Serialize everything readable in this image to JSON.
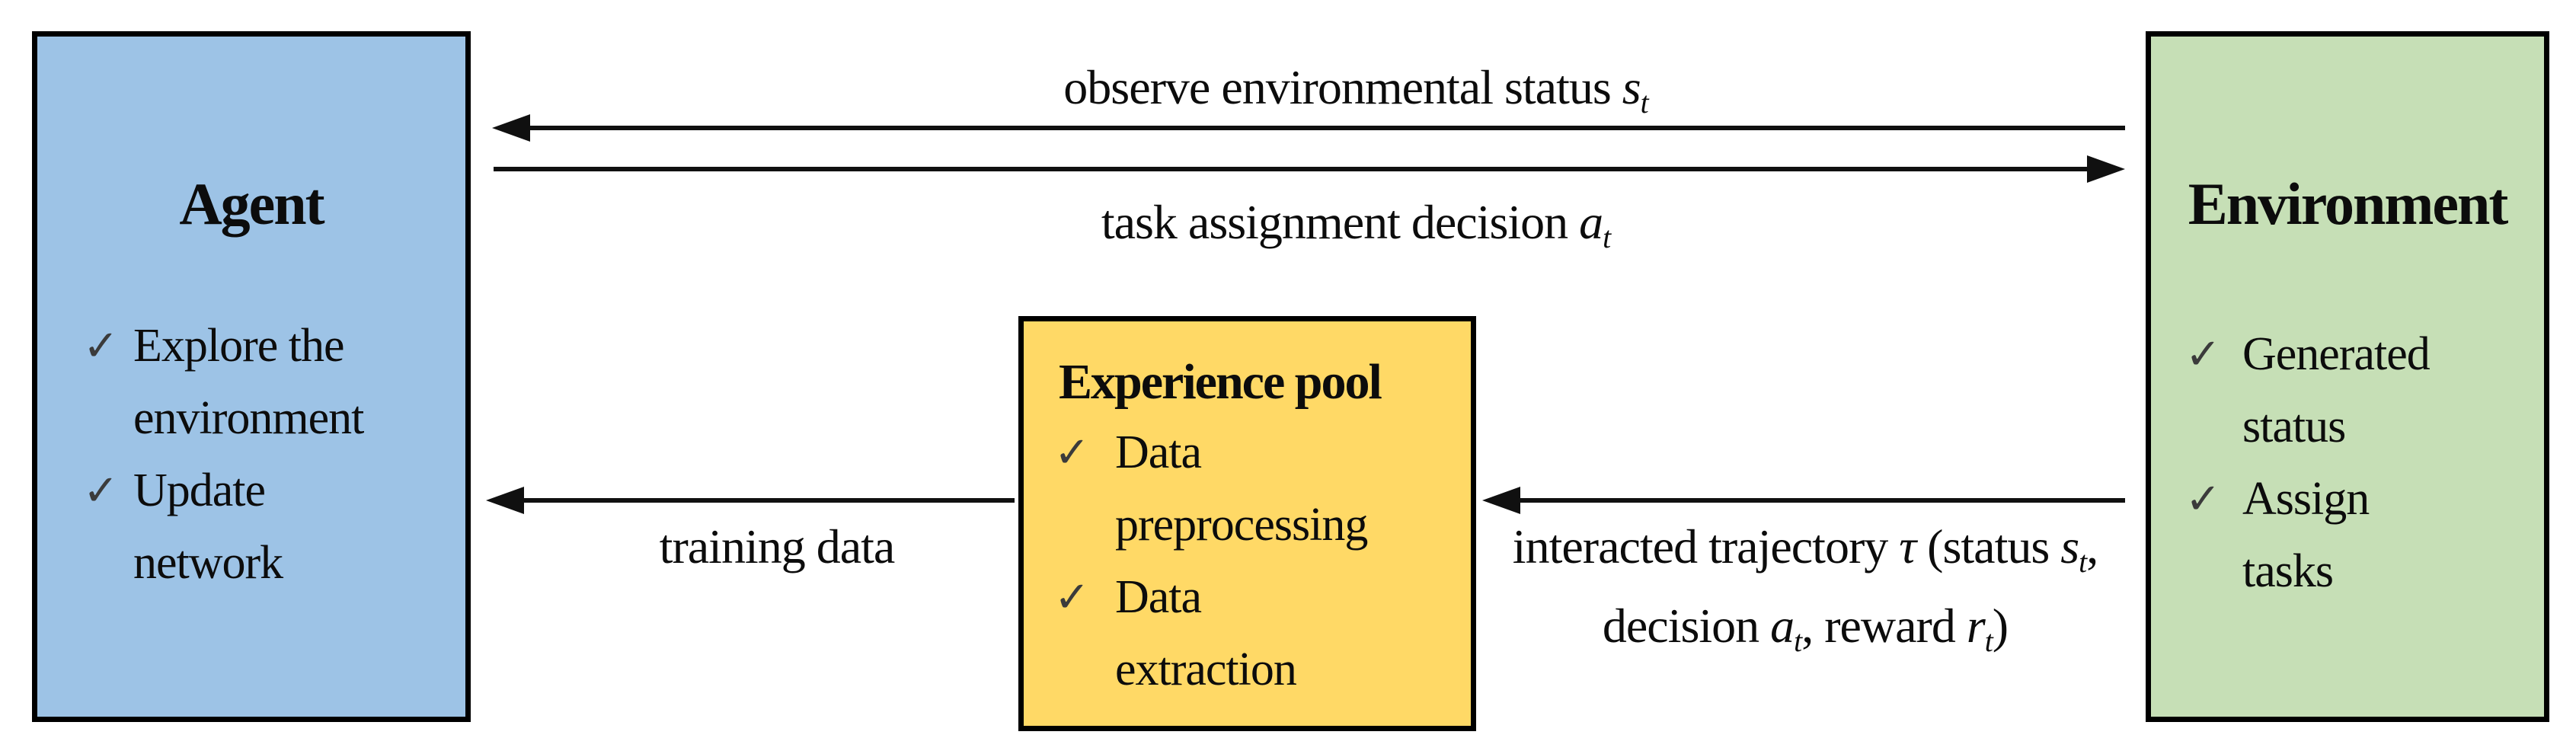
{
  "diagram": {
    "checkmark_glyph": "✓",
    "colors": {
      "agent_fill": "#9dc3e6",
      "experience_fill": "#ffd966",
      "environment_fill": "#c6dfb6",
      "box_border": "#000000",
      "arrow_color": "#101010"
    },
    "boxes": {
      "agent": {
        "title": "Agent",
        "items": [
          {
            "line1": "Explore the",
            "line2": "environment"
          },
          {
            "line1": "Update",
            "line2": "network"
          }
        ]
      },
      "experience_pool": {
        "title": "Experience pool",
        "items": [
          {
            "line1": "Data",
            "line2": "preprocessing"
          },
          {
            "line1": "Data",
            "line2": "extraction"
          }
        ]
      },
      "environment": {
        "title": "Environment",
        "items": [
          {
            "line1": "Generated",
            "line2": "status"
          },
          {
            "line1": "Assign",
            "line2": "tasks"
          }
        ]
      }
    },
    "labels": {
      "observe": {
        "text": "observe environmental status ",
        "var": "s",
        "sub": "t"
      },
      "task_assignment": {
        "text": "task assignment decision ",
        "var": "a",
        "sub": "t"
      },
      "training_data": {
        "text": "training data"
      },
      "trajectory": {
        "line1_text": "interacted trajectory ",
        "line1_var": "τ",
        "line2_a": "(status ",
        "line2_var1": "s",
        "line2_sub1": "t",
        "line2_b": ", decision ",
        "line2_var2": "a",
        "line2_sub2": "t",
        "line2_c": ",",
        "line3_a": "reward ",
        "line3_var": "r",
        "line3_sub": "t",
        "line3_b": ")"
      }
    }
  }
}
